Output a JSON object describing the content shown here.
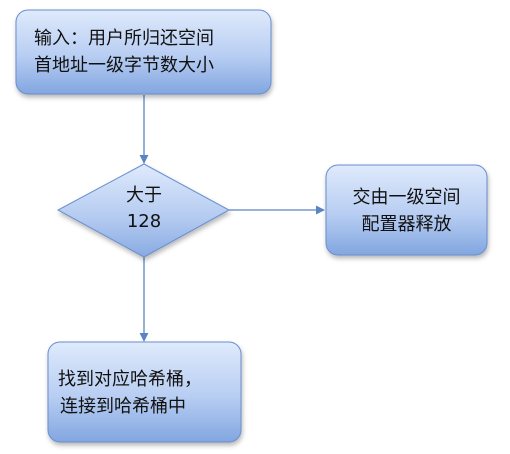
{
  "flowchart": {
    "input_box": {
      "lines": [
        "输入：用户所归还空间",
        "首地址一级字节数大小"
      ]
    },
    "decision": {
      "lines": [
        "大于",
        "128"
      ]
    },
    "yes_box": {
      "lines": [
        "交由一级空间",
        "配置器释放"
      ]
    },
    "no_box": {
      "lines": [
        "找到对应哈希桶，",
        "连接到哈希桶中"
      ]
    }
  },
  "colors": {
    "fill_top": "#d9e6fb",
    "fill_bottom": "#7ea3df",
    "stroke": "#5a7fc1",
    "arrow": "#5b84c5"
  }
}
